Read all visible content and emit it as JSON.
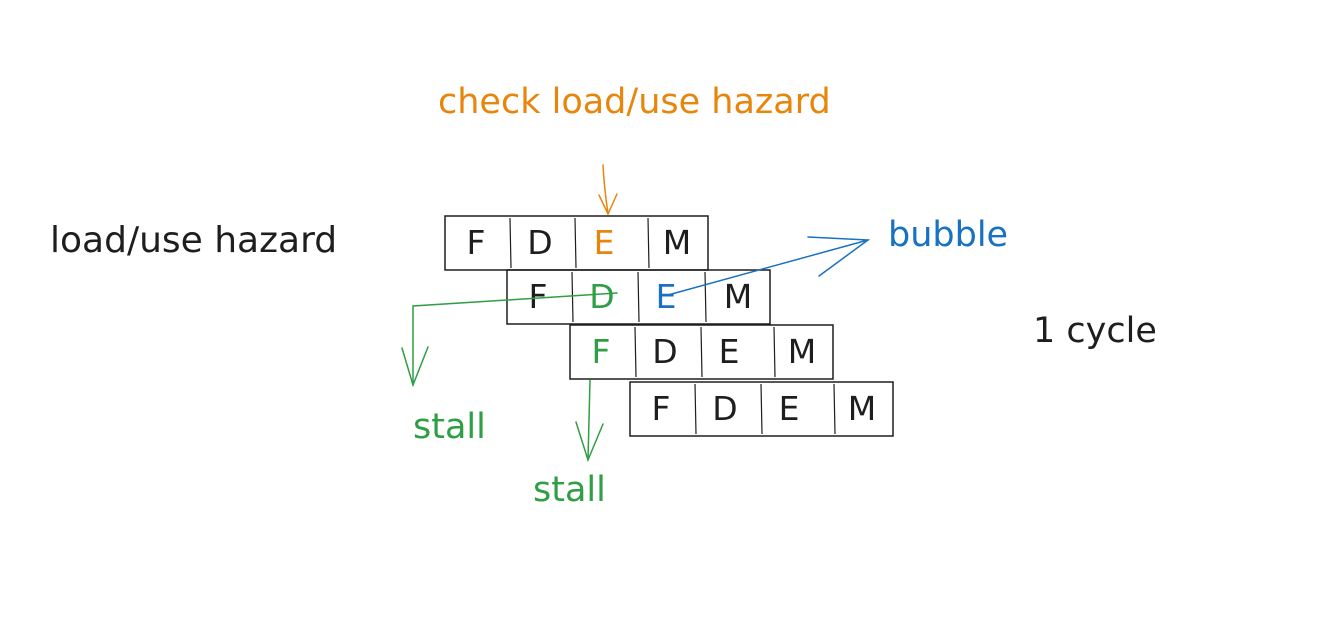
{
  "left_title": "load/use hazard",
  "check_label": "check load/use hazard",
  "bubble_label": "bubble",
  "cycle_label": "1 cycle",
  "stall_label_1": "stall",
  "stall_label_2": "stall",
  "colors": {
    "ink": "#1e1e1e",
    "orange": "#e8850c",
    "green": "#2f9e44",
    "blue": "#1971c2"
  },
  "pipeline_rows": [
    {
      "stages": [
        "F",
        "D",
        "E",
        "M"
      ],
      "highlight": {
        "E": "orange"
      }
    },
    {
      "stages": [
        "F",
        "D",
        "E",
        "M"
      ],
      "highlight": {
        "D": "green",
        "E": "blue"
      }
    },
    {
      "stages": [
        "F",
        "D",
        "E",
        "M"
      ],
      "highlight": {
        "F": "green"
      }
    },
    {
      "stages": [
        "F",
        "D",
        "E",
        "M"
      ],
      "highlight": {}
    }
  ]
}
